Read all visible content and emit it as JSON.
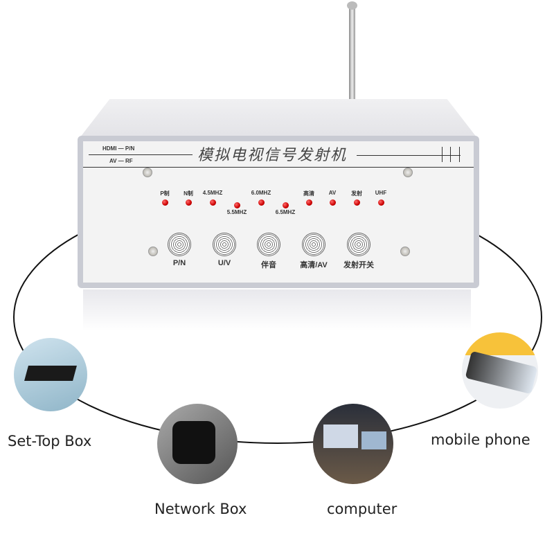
{
  "device": {
    "title": "模拟电视信号发射机",
    "header_left": [
      "HDMI — P/N",
      "AV — RF"
    ],
    "indicators": [
      "P制",
      "N制",
      "4.5MHZ",
      "5.5MHZ",
      "6.0MHZ",
      "6.5MHZ",
      "高清",
      "AV",
      "发射",
      "UHF"
    ],
    "buttons": [
      "P/N",
      "U/V",
      "伴音",
      "高清/AV",
      "发射开关"
    ],
    "led_color": "#cc0000"
  },
  "connections": [
    {
      "label": "Set-Top Box",
      "icon": "set-top-box-photo"
    },
    {
      "label": "Network Box",
      "icon": "network-box-photo"
    },
    {
      "label": "computer",
      "icon": "computer-photo"
    },
    {
      "label": "mobile phone",
      "icon": "mobile-phone-photo"
    }
  ]
}
